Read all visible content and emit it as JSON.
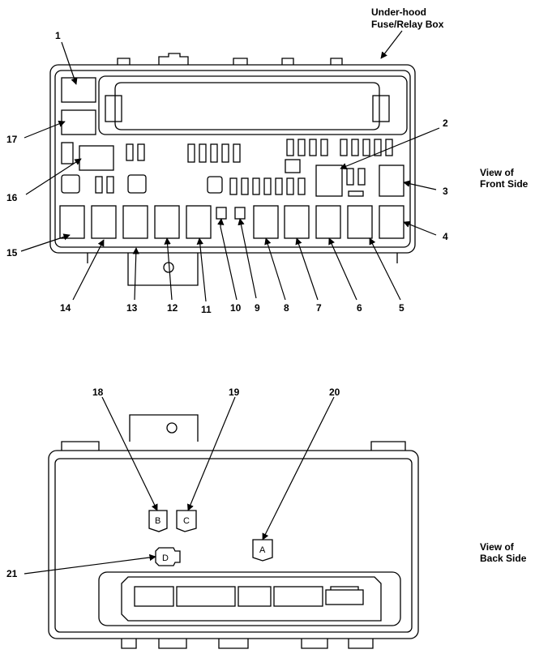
{
  "title": [
    "Under-hood",
    "Fuse/Relay Box"
  ],
  "front_view": [
    "View of",
    "Front Side"
  ],
  "back_view": [
    "View of",
    "Back Side"
  ],
  "front_callouts": [
    "1",
    "2",
    "3",
    "4",
    "5",
    "6",
    "7",
    "8",
    "9",
    "10",
    "11",
    "12",
    "13",
    "14",
    "15",
    "16",
    "17"
  ],
  "back_callouts": [
    "18",
    "19",
    "20",
    "21"
  ],
  "connectors": [
    "A",
    "B",
    "C",
    "D"
  ]
}
